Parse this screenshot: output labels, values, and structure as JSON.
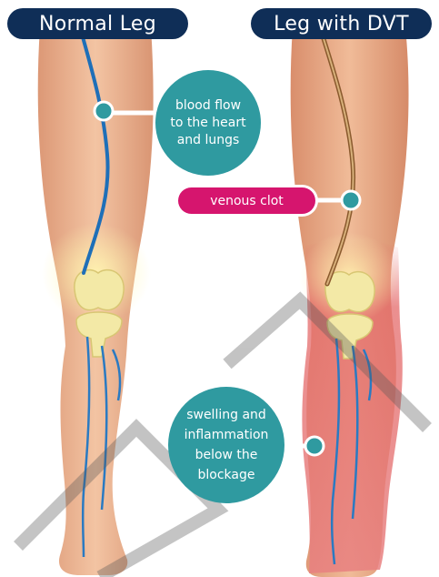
{
  "titles": {
    "normal_leg": "Normal Leg",
    "dvt_leg": "Leg with DVT"
  },
  "labels": {
    "blood_flow": "blood flow\nto the heart\nand lungs",
    "venous_clot": "venous clot",
    "swelling": "swelling and\ninflammation\nbelow the\nblockage"
  },
  "colors": {
    "title_bg": "#0f2e57",
    "callout_teal": "#2f9aa0",
    "clot_magenta": "#d6156e",
    "vein_blue": "#1e6fb8",
    "skin": "#efb08c",
    "swelling_red": "#e87a7a",
    "bone": "#f3e9a6"
  }
}
